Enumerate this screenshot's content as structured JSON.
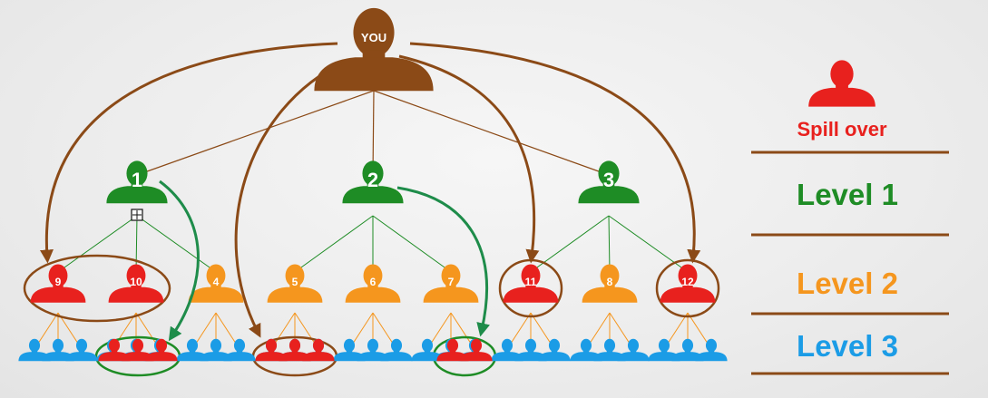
{
  "colors": {
    "you": "#8B4A17",
    "level1": "#1E8C25",
    "level2": "#F5961E",
    "level3": "#1B9CE6",
    "spill": "#E8211E",
    "arrow_brown": "#8B4A17",
    "arrow_green": "#1E8C4A",
    "rule": "#8B4A17"
  },
  "you": {
    "label": "YOU",
    "icon": "person-icon"
  },
  "level1_nodes": [
    "1",
    "2",
    "3"
  ],
  "level2_nodes": [
    "9",
    "10",
    "4",
    "5",
    "6",
    "7",
    "11",
    "8",
    "12"
  ],
  "level2_types": [
    "spill",
    "spill",
    "level2",
    "level2",
    "level2",
    "level2",
    "spill",
    "level2",
    "spill"
  ],
  "legend": {
    "spill_label": "Spill over",
    "level1_label": "Level 1",
    "level2_label": "Level 2",
    "level3_label": "Level 3"
  }
}
